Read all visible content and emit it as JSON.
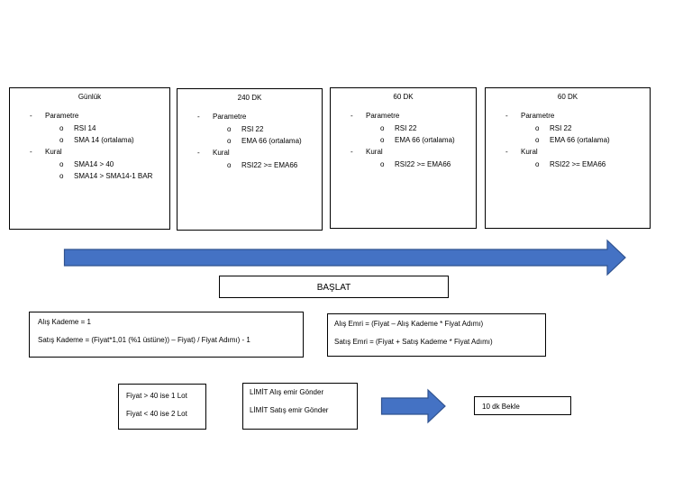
{
  "columns": [
    {
      "title": "Günlük",
      "sections": [
        {
          "label": "Parametre",
          "items": [
            "RSI 14",
            "SMA 14 (ortalama)"
          ]
        },
        {
          "label": "Kural",
          "items": [
            "SMA14 > 40",
            "SMA14 > SMA14-1 BAR"
          ]
        }
      ]
    },
    {
      "title": "240 DK",
      "sections": [
        {
          "label": "Parametre",
          "items": [
            "RSI 22",
            "EMA 66 (ortalama)"
          ]
        },
        {
          "label": "Kural",
          "items": [
            "RSI22 >= EMA66"
          ]
        }
      ]
    },
    {
      "title": "60 DK",
      "sections": [
        {
          "label": "Parametre",
          "items": [
            "RSI 22",
            "EMA 66 (ortalama)"
          ]
        },
        {
          "label": "Kural",
          "items": [
            "RSI22 >= EMA66"
          ]
        }
      ]
    },
    {
      "title": "60 DK",
      "sections": [
        {
          "label": "Parametre",
          "items": [
            "RSI 22",
            "EMA 66 (ortalama)"
          ]
        },
        {
          "label": "Kural",
          "items": [
            "RSI22 >= EMA66"
          ]
        }
      ]
    }
  ],
  "markers": {
    "dash": "-",
    "bullet": "o"
  },
  "start_label": "BAŞLAT",
  "kademe": {
    "line1": "Alış Kademe = 1",
    "line2": "Satış Kademe = (Fiyat*1,01 (%1 üstüne)) – Fiyat) / Fiyat Adımı) - 1"
  },
  "emri": {
    "line1": "Alış Emri = (Fiyat – Alış Kademe * Fiyat Adımı)",
    "line2": "Satış Emri = (Fiyat + Satış Kademe * Fiyat Adımı)"
  },
  "lot": {
    "line1": "Fiyat > 40 ise 1 Lot",
    "line2": "Fiyat < 40 ise 2 Lot"
  },
  "limit": {
    "line1": "LİMİT Alış emir Gönder",
    "line2": "LİMİT Satış emir Gönder"
  },
  "wait_label": "10 dk Bekle",
  "colors": {
    "arrow_fill": "#4472c4",
    "arrow_stroke": "#2f528f",
    "border": "#000000",
    "text": "#000000"
  }
}
